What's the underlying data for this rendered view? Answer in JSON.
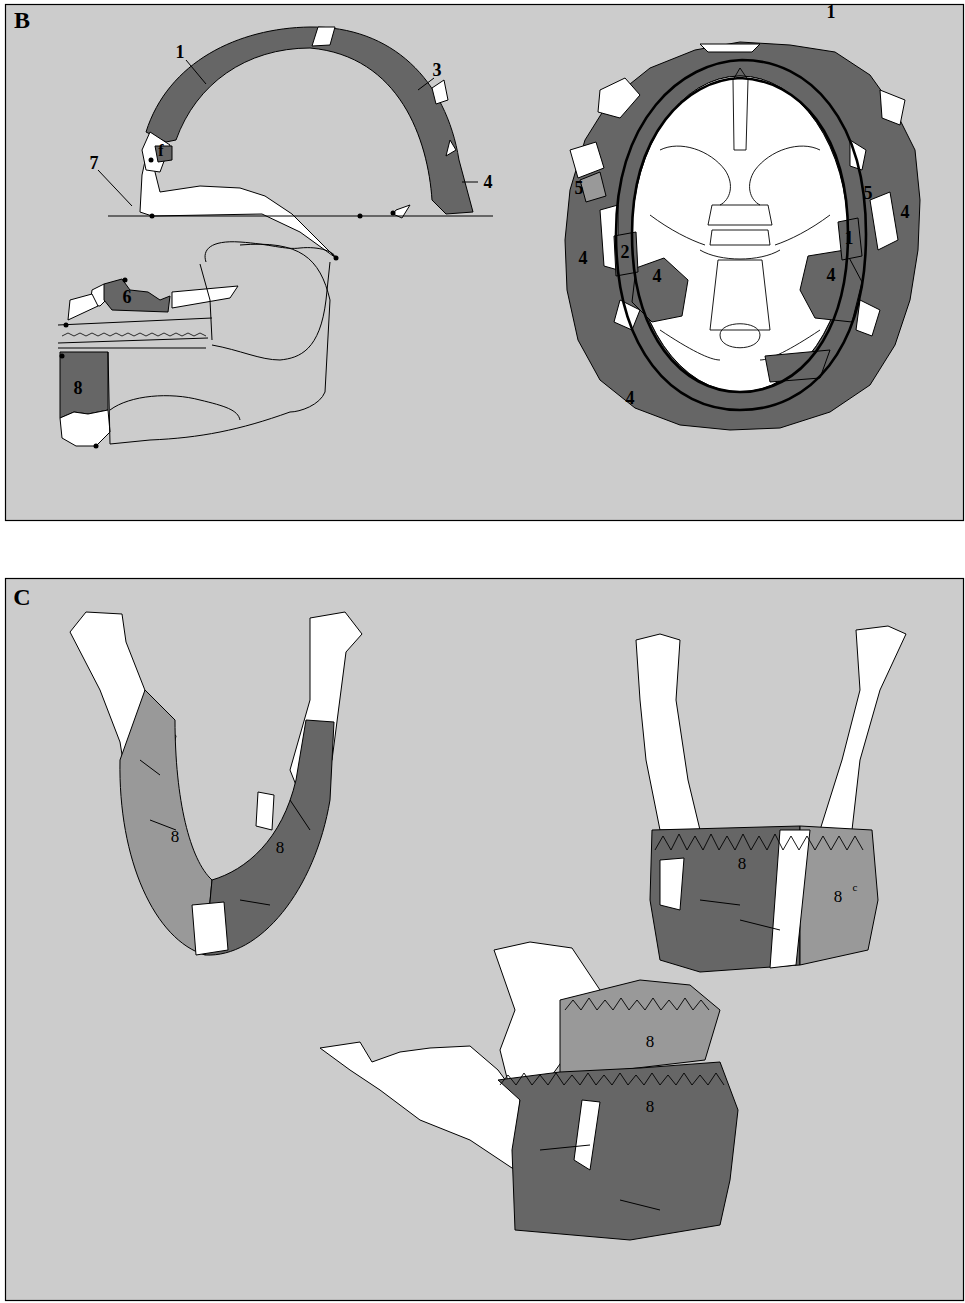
{
  "diagram": {
    "labels": [
      "B",
      "1",
      "3",
      "7",
      "f",
      "4",
      "6",
      "8",
      "1",
      "5",
      "5",
      "4",
      "4",
      "1",
      "2",
      "4",
      "4",
      "4",
      "C",
      "8",
      "8",
      "8",
      "8",
      "c",
      "8",
      "8"
    ]
  }
}
